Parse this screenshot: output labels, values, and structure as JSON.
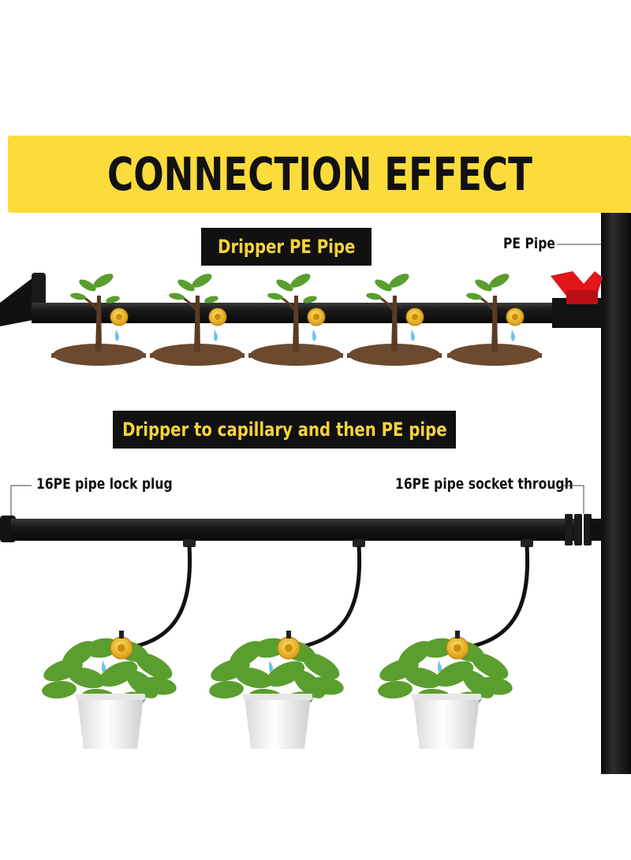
{
  "banner": {
    "title": "CONNECTION EFFECT"
  },
  "sections": {
    "top_label": "Dripper PE Pipe",
    "bottom_label": "Dripper to capillary and then PE pipe"
  },
  "callouts": {
    "pe_pipe": "PE Pipe",
    "lock_plug": "16PE pipe lock plug",
    "socket_through": "16PE pipe socket through"
  },
  "colors": {
    "banner_yellow": "#fcdc3a",
    "label_text_yellow": "#f7d33a",
    "pipe_black": "#151515",
    "valve_red": "#e0161b",
    "dripper_yellow": "#f2c020",
    "leaf_green": "#5a9e2f",
    "soil_brown": "#6b4a2f",
    "water_blue": "#6ec3ea",
    "pot_white": "#f4f4f4"
  }
}
